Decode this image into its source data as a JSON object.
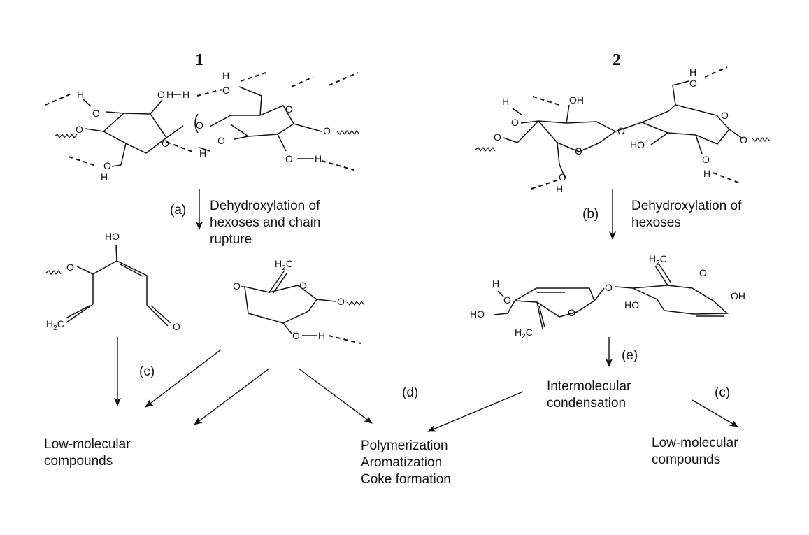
{
  "structures": {
    "label_1": "1",
    "label_2": "2"
  },
  "chem": {
    "OH": "OH",
    "O": "O",
    "H": "H",
    "HO": "HO",
    "H2C_main": "H",
    "H2C_sub": "2",
    "H2C_tail": "C"
  },
  "steps": {
    "a_label": "(a)",
    "a_text": [
      "Dehydroxylation of",
      "hexoses and chain",
      "rupture"
    ],
    "b_label": "(b)",
    "b_text": [
      "Dehydroxylation of",
      "hexoses"
    ],
    "c_label_left": "(c)",
    "c_label_right": "(c)",
    "d_label": "(d)",
    "e_label": "(e)"
  },
  "products": {
    "intermediate": [
      "Intermolecular",
      "condensation"
    ],
    "low_left": [
      "Low-molecular",
      "compounds"
    ],
    "low_right": [
      "Low-molecular",
      "compounds"
    ],
    "poly": [
      "Polymerization",
      "Aromatization",
      "Coke formation"
    ]
  }
}
